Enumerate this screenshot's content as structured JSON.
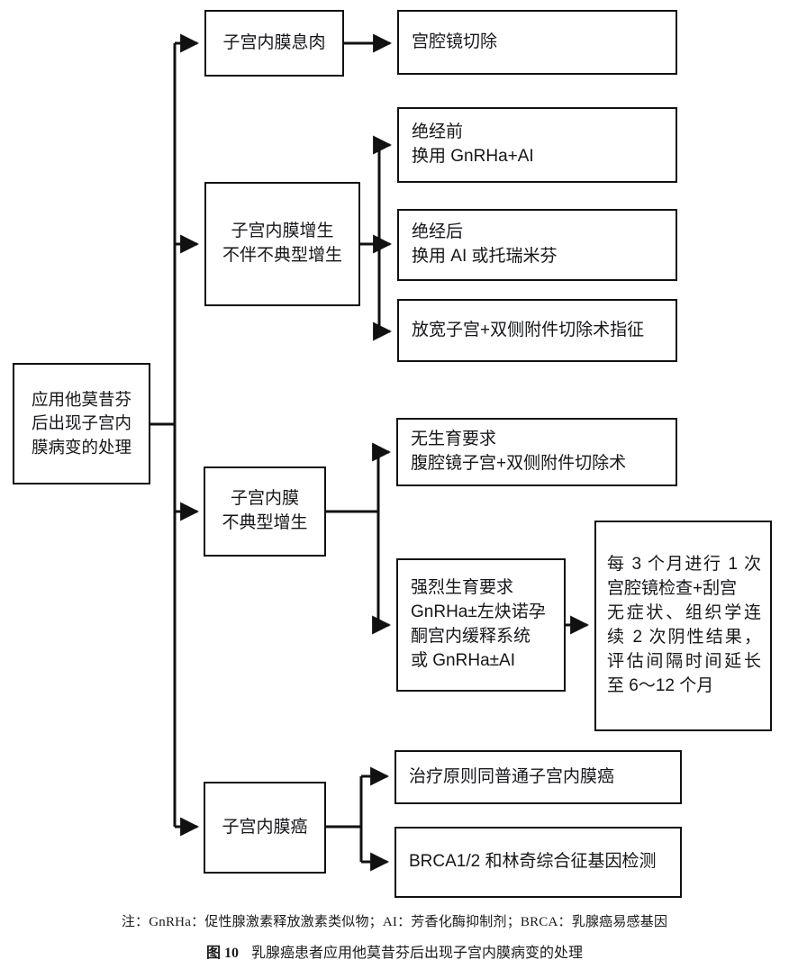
{
  "figure": {
    "note": "注：GnRHa：促性腺激素释放激素类似物；AI：芳香化酶抑制剂；BRCA：乳腺癌易感基因",
    "number": "图 10",
    "caption": "乳腺癌患者应用他莫昔芬后出现子宫内膜病变的处理",
    "line_color": "#111111",
    "text_color": "#15161a",
    "background": "#ffffff"
  },
  "nodes": {
    "root": {
      "lines": [
        "应用他莫昔芬",
        "后出现子宫内",
        "膜病变的处理"
      ]
    },
    "polyp": {
      "lines": [
        "子宫内膜息肉"
      ]
    },
    "polyp_treatment": {
      "lines": [
        "宫腔镜切除"
      ]
    },
    "hyperplasia_without_atypia": {
      "lines": [
        "子宫内膜增生",
        "不伴不典型增生"
      ]
    },
    "premenopausal": {
      "lines": [
        "绝经前",
        "换用 GnRHa+AI"
      ]
    },
    "postmenopausal": {
      "lines": [
        "绝经后",
        "换用 AI 或托瑞米芬"
      ]
    },
    "surgery_indication": {
      "lines": [
        "放宽子宫+双侧附件切除术指征"
      ]
    },
    "atypical_hyperplasia": {
      "lines": [
        "子宫内膜",
        "不典型增生"
      ]
    },
    "no_fertility_desire": {
      "lines": [
        "无生育要求",
        "腹腔镜子宫+双侧附件切除术"
      ]
    },
    "strong_fertility_desire": {
      "lines": [
        "强烈生育要求",
        "GnRHa±左炔诺孕",
        "酮宫内缓释系统",
        "或 GnRHa±AI"
      ]
    },
    "followup": {
      "lines": [
        "每 3 个月进行 1 次",
        "宫腔镜检查+刮宫",
        "无症状、组织学连",
        "续 2 次阴性结果，",
        "评估间隔时间延长",
        "至 6～12 个月"
      ]
    },
    "endometrial_cancer": {
      "lines": [
        "子宫内膜癌"
      ]
    },
    "cancer_treatment": {
      "lines": [
        "治疗原则同普通子宫内膜癌"
      ]
    },
    "genetic_testing": {
      "lines": [
        "BRCA1/2 和林奇综合征基因检测"
      ]
    }
  },
  "chart_data": {
    "type": "diagram",
    "title": "乳腺癌患者应用他莫昔芬后出现子宫内膜病变的处理",
    "root": "应用他莫昔芬后出现子宫内膜病变的处理",
    "branches": [
      {
        "condition": "子宫内膜息肉",
        "actions": [
          "宫腔镜切除"
        ]
      },
      {
        "condition": "子宫内膜增生不伴不典型增生",
        "actions": [
          "绝经前 换用 GnRHa+AI",
          "绝经后 换用 AI 或托瑞米芬",
          "放宽子宫+双侧附件切除术指征"
        ]
      },
      {
        "condition": "子宫内膜不典型增生",
        "actions": [
          "无生育要求 腹腔镜子宫+双侧附件切除术",
          "强烈生育要求 GnRHa±左炔诺孕酮宫内缓释系统 或 GnRHa±AI"
        ],
        "followup": "每 3 个月进行 1 次宫腔镜检查+刮宫 无症状、组织学连续 2 次阴性结果，评估间隔时间延长至 6～12 个月"
      },
      {
        "condition": "子宫内膜癌",
        "actions": [
          "治疗原则同普通子宫内膜癌",
          "BRCA1/2 和林奇综合征基因检测"
        ]
      }
    ]
  }
}
